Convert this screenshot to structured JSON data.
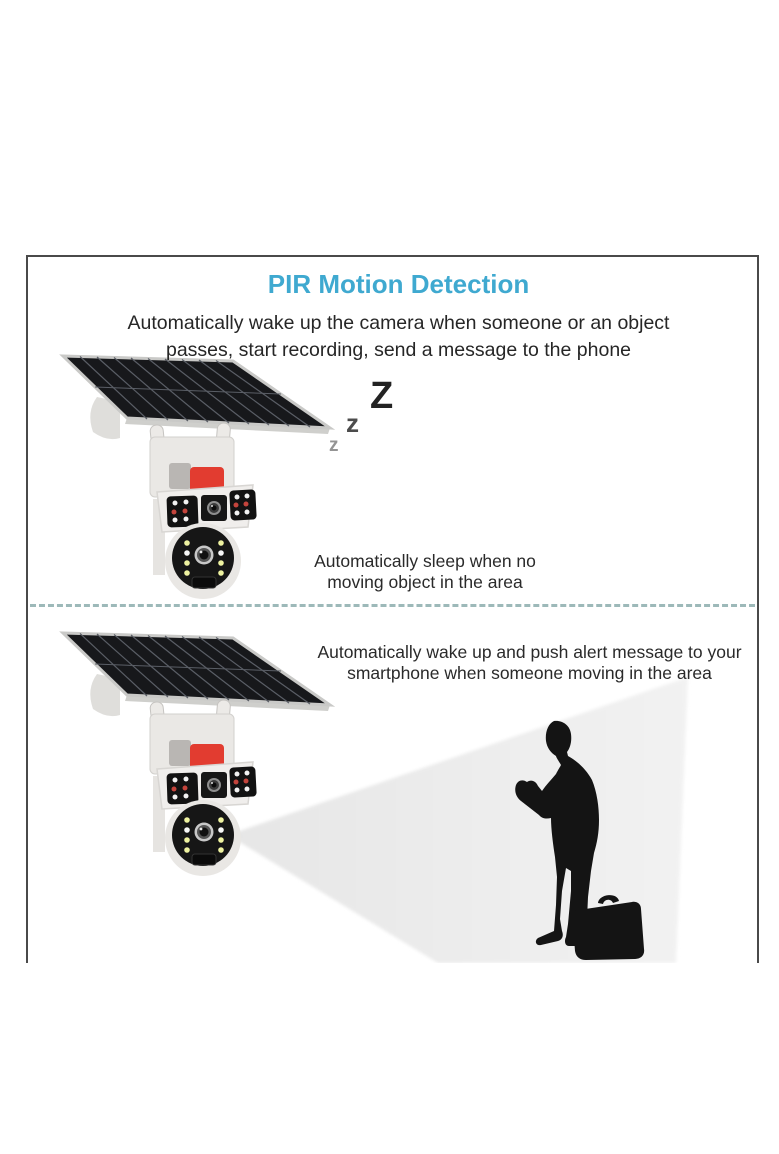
{
  "page": {
    "background": "#ffffff"
  },
  "panel": {
    "border_color": "#4a4a4a",
    "title": "PIR Motion Detection",
    "title_color": "#3fa9d0",
    "subtitle_lines": [
      "Automatically wake up the camera when someone or an object",
      "passes, start recording, send a message to the phone"
    ],
    "text_color": "#262626"
  },
  "sleep_section": {
    "caption_lines": [
      "Automatically sleep when no",
      "moving object in the area"
    ],
    "zzz": {
      "large": "Z",
      "medium": "z",
      "small": "z"
    }
  },
  "divider": {
    "style": "dashed",
    "color": "#9db9b9"
  },
  "wake_section": {
    "caption_lines": [
      "Automatically wake up and push alert message to your",
      "smartphone when someone moving in the area"
    ]
  },
  "illustration": {
    "solar_panel_color": "#17181b",
    "camera_body_color": "#eceae7",
    "siren_color": "#e23c30",
    "beam_color_start": "#e6e6e6",
    "beam_color_end": "#f2f2f2",
    "silhouette_color": "#141414",
    "icon_names": [
      "solar-panel-icon",
      "antenna-icon",
      "siren-icon",
      "camera-lens-icon",
      "led-light-icon",
      "detection-beam-icon",
      "person-silhouette-icon",
      "briefcase-icon",
      "sleep-zzz-icon"
    ]
  }
}
